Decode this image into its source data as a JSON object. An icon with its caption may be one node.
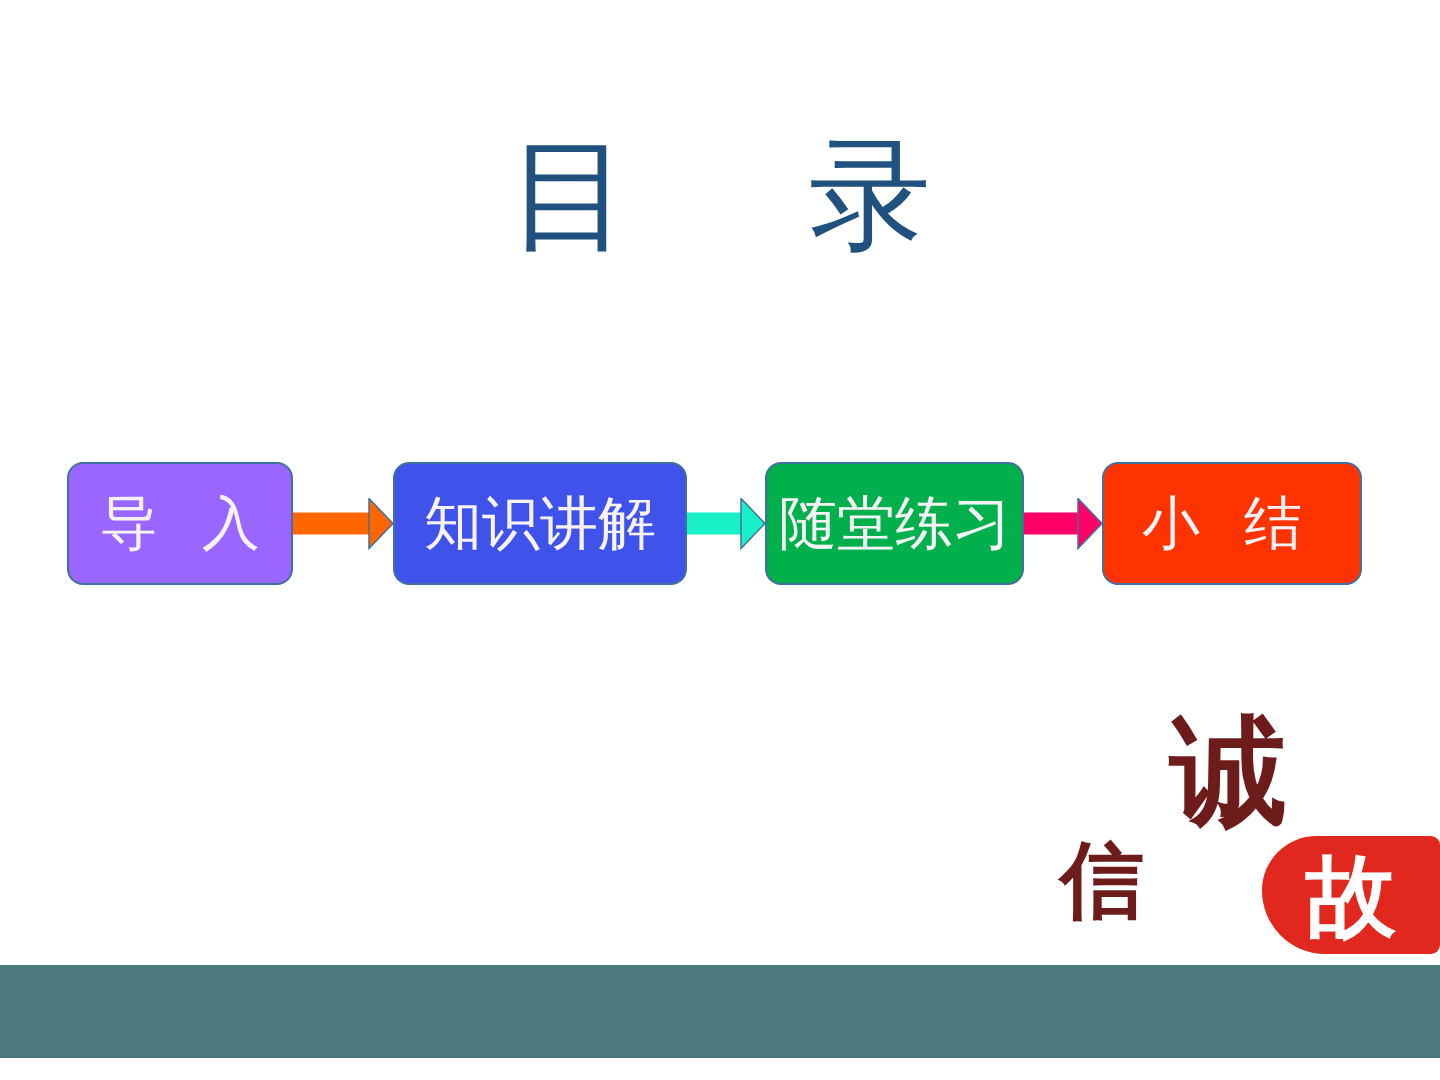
{
  "diagram": {
    "title": "目 录",
    "nodes": [
      {
        "text": [
          "导 入"
        ]
      },
      {
        "text": [
          "知识讲解"
        ]
      },
      {
        "text": [
          "随堂练习"
        ]
      },
      {
        "text": [
          "小 结"
        ]
      }
    ],
    "edges": [
      {
        "from": 0,
        "to": 1,
        "arrow": "to",
        "color": "#ff6600"
      },
      {
        "from": 1,
        "to": 2,
        "arrow": "to",
        "color": "#19f0c8"
      },
      {
        "from": 2,
        "to": 3,
        "arrow": "to",
        "color": "#ff0066"
      }
    ],
    "labels": [
      "诚",
      "信",
      "故"
    ]
  }
}
